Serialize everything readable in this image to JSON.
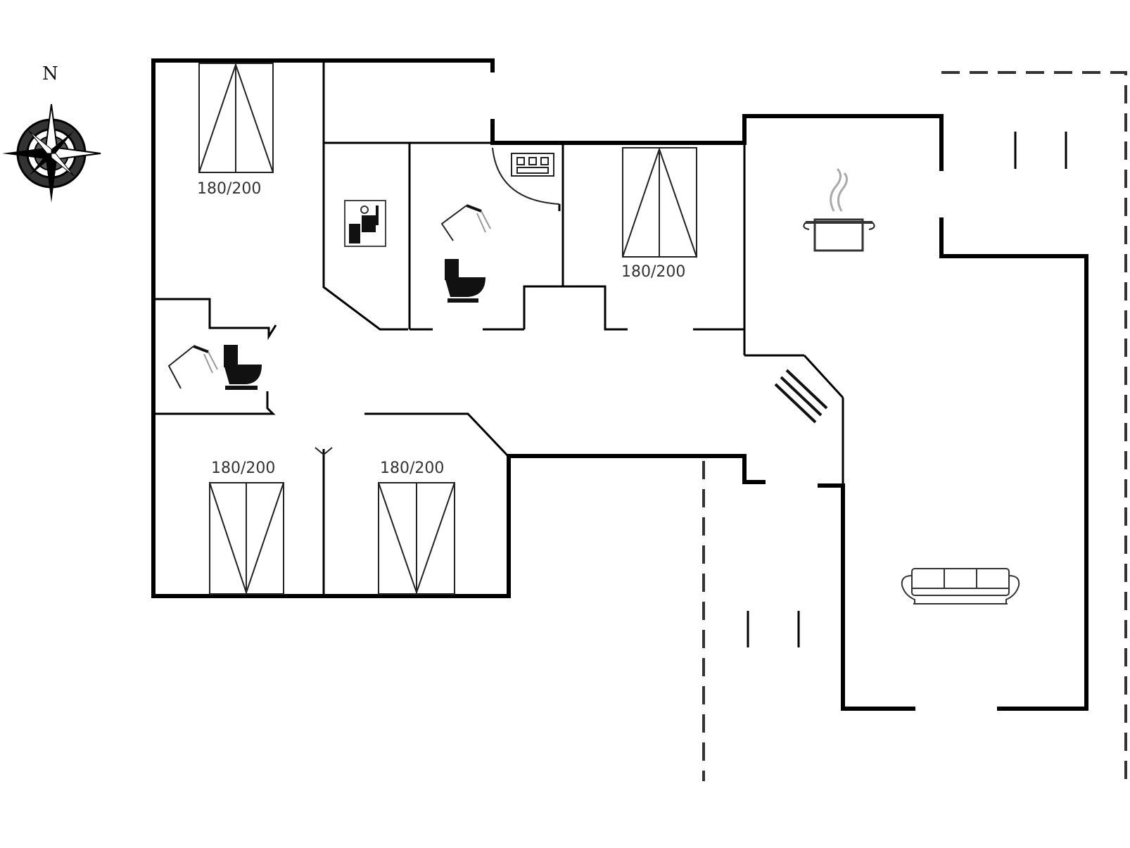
{
  "compass": {
    "north_label": "N",
    "icon": "compass-rose-icon"
  },
  "rooms": {
    "bedroom_nw": {
      "bed_label": "180/200",
      "icon": "double-bed-icon"
    },
    "bedroom_ne": {
      "bed_label": "180/200",
      "icon": "double-bed-icon"
    },
    "bedroom_sw": {
      "bed_label": "180/200",
      "icon": "double-bed-icon"
    },
    "bedroom_s": {
      "bed_label": "180/200",
      "icon": "double-bed-icon"
    }
  },
  "fixtures": [
    "toilet-icon",
    "shower-icon",
    "washing-machine-icon",
    "sauna-icon",
    "cooking-pot-icon",
    "sofa-icon",
    "stairs-icon"
  ]
}
